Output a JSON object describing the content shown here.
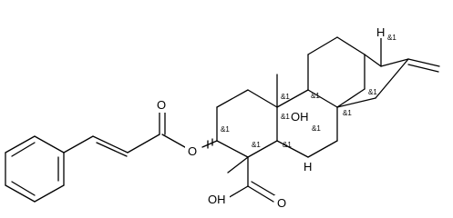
{
  "structure": {
    "atom_labels": {
      "ester_o_carbonyl": "O",
      "ester_o_link": "O",
      "hydroxyl": "OH",
      "acid_oh": "OH",
      "acid_o": "O",
      "h_top": "H",
      "h_bottom": "H"
    },
    "stereo_labels": {
      "s1": "&1",
      "s2": "&1",
      "s3": "&1",
      "s4": "&1",
      "s5": "&1",
      "s6": "&1",
      "s7": "&1",
      "s8": "&1",
      "s9": "&1",
      "s10": "&1"
    }
  }
}
